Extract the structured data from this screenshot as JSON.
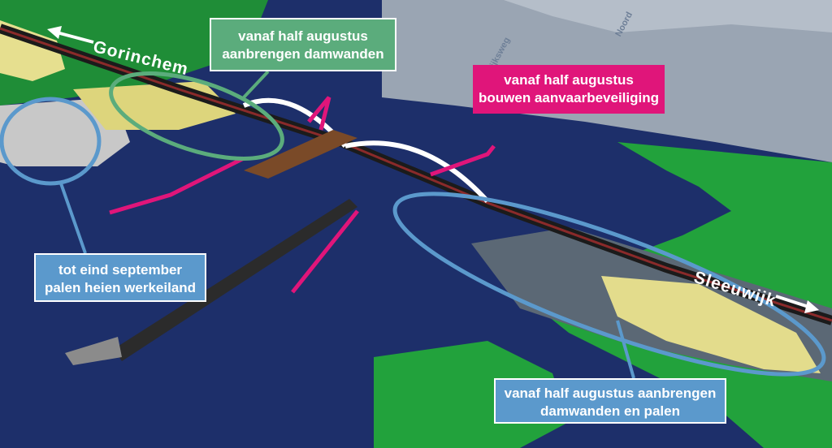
{
  "labels": {
    "green": {
      "line1": "vanaf half augustus",
      "line2": "aanbrengen damwanden"
    },
    "pink": {
      "line1": "vanaf half augustus",
      "line2": "bouwen aanvaarbeveiliging"
    },
    "blue_left": {
      "line1": "tot eind september",
      "line2": "palen heien werkeiland"
    },
    "blue_right": {
      "line1": "vanaf half augustus aanbrengen",
      "line2": "damwanden en palen"
    }
  },
  "places": {
    "west": "Gorinchem",
    "east": "Sleeuwijk"
  },
  "road_labels": {
    "a": "Rijksweg",
    "b": "Noord"
  },
  "colors": {
    "green_callout": "#5bac7c",
    "pink_callout": "#e0157a",
    "blue_callout": "#5b99cc",
    "water": "#1d2f6a",
    "land_green": "#22a23c",
    "sand": "#e3dc8c",
    "bridge_arch": "#ffffff"
  },
  "icons": [
    "arrow-left-icon",
    "arrow-right-icon"
  ]
}
